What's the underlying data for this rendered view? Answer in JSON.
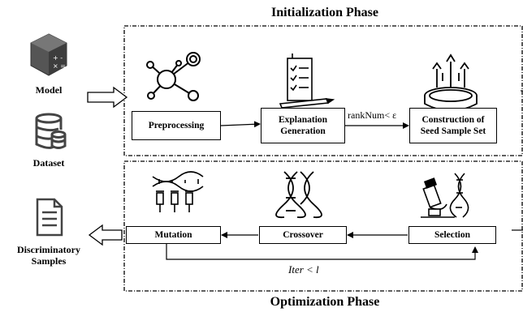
{
  "phases": {
    "initialization": "Initialization Phase",
    "optimization": "Optimization Phase"
  },
  "inputs": {
    "model": "Model",
    "dataset": "Dataset"
  },
  "output": {
    "label_line1": "Discriminatory",
    "label_line2": "Samples"
  },
  "init_steps": {
    "preprocessing": "Preprocessing",
    "explanation_line1": "Explanation",
    "explanation_line2": "Generation",
    "construction_line1": "Construction of",
    "construction_line2": "Seed Sample Set"
  },
  "opt_steps": {
    "mutation": "Mutation",
    "crossover": "Crossover",
    "selection": "Selection"
  },
  "edge_labels": {
    "ranknum": "rankNum< ε",
    "iter": "Iter < l"
  },
  "icons": [
    "model-cube-icon",
    "database-icon",
    "document-icon",
    "molecule-icon",
    "checklist-pen-icon",
    "seed-dish-icon",
    "dna-syringe-icon",
    "dna-crossover-icon",
    "microscope-dna-icon"
  ]
}
